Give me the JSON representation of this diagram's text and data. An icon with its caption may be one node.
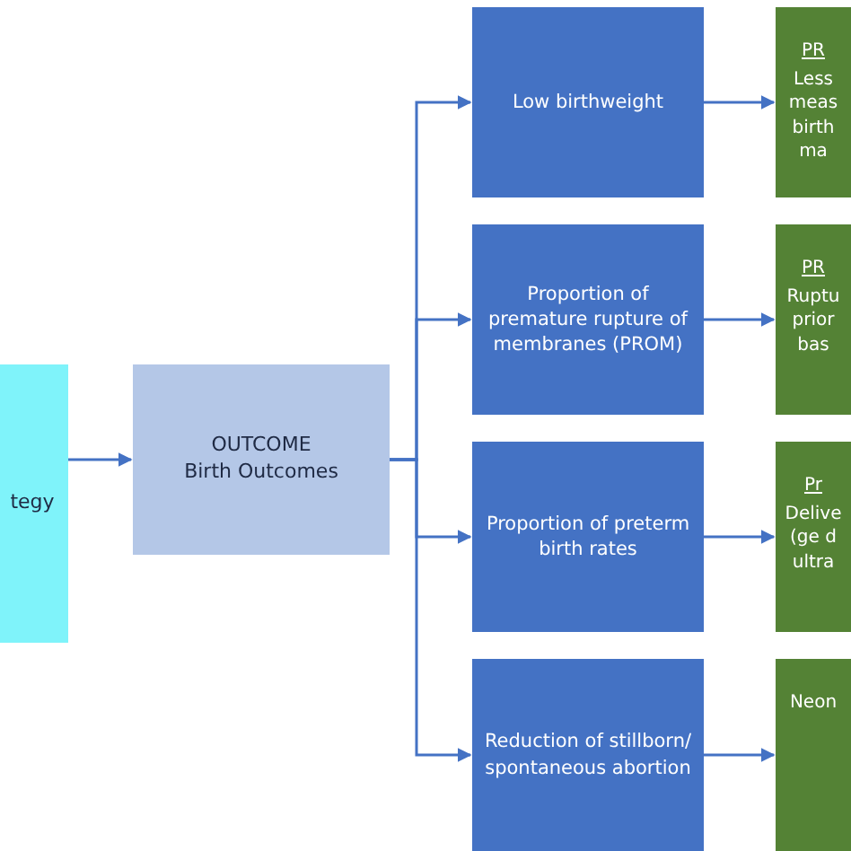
{
  "diagram": {
    "nodes": [
      {
        "text": [
          "tegy"
        ]
      },
      {
        "text": [
          "OUTCOME",
          "Birth Outcomes"
        ]
      },
      {
        "text": [
          "Low birthweight"
        ]
      },
      {
        "text": [
          "Proportion of premature rupture of membranes (PROM)"
        ]
      },
      {
        "text": [
          "Proportion of preterm birth rates"
        ]
      },
      {
        "text": [
          "Reduction of stillborn/ spontaneous abortion"
        ]
      },
      {
        "text": [
          "PR",
          "Less meas birth ma"
        ]
      },
      {
        "text": [
          "PR",
          "Ruptu prior bas"
        ]
      },
      {
        "text": [
          "Pr",
          "Delive (ge d ultra"
        ]
      },
      {
        "text": [
          "Neon"
        ]
      }
    ],
    "edges": [
      {
        "from": 0,
        "to": 1,
        "arrow": "to"
      },
      {
        "from": 1,
        "to": 2,
        "arrow": "to"
      },
      {
        "from": 1,
        "to": 3,
        "arrow": "to"
      },
      {
        "from": 1,
        "to": 4,
        "arrow": "to"
      },
      {
        "from": 1,
        "to": 5,
        "arrow": "to"
      },
      {
        "from": 2,
        "to": 6,
        "arrow": "to"
      },
      {
        "from": 3,
        "to": 7,
        "arrow": "to"
      },
      {
        "from": 4,
        "to": 8,
        "arrow": "to"
      },
      {
        "from": 5,
        "to": 9,
        "arrow": "to"
      }
    ]
  }
}
